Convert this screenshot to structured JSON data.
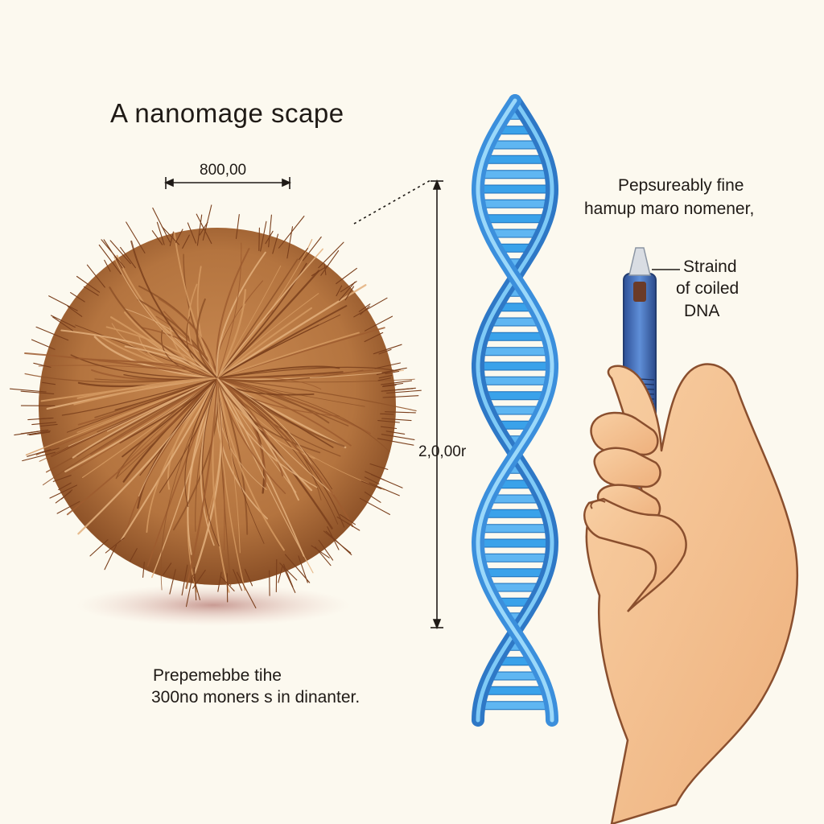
{
  "title": "A nanomage scape",
  "dimensions": {
    "width_label": "800,00",
    "height_label": "2,0,00r"
  },
  "hair_caption": {
    "line1": "Prepemebbe tihe",
    "line2": "300no  moners s in dinanter."
  },
  "right_caption": {
    "line1": "Pepsureably fine",
    "line2": "hamup maro nomener,"
  },
  "strand_caption": {
    "line1": "Straind",
    "line2": "of coiled",
    "line3": "DNA"
  },
  "colors": {
    "background": "#fcf9ef",
    "hair": "#b4743f",
    "dna_backbone": "#3d8fdc",
    "dna_rungs": "#5fb6f2",
    "skin": "#f4c293",
    "pencil": "#3f6cc0"
  },
  "icons": [
    "hair-ball-illustration",
    "dna-helix-illustration",
    "hand-holding-pencil-illustration"
  ]
}
